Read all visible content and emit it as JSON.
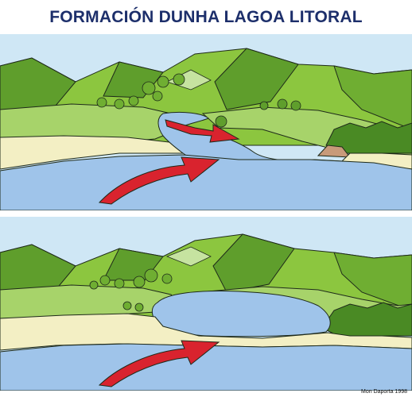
{
  "title": "FORMACIÓN DUNHA LAGOA LITORAL",
  "credit": "Mon Daporta 1998",
  "colors": {
    "sky": "#cfe7f5",
    "mountain_light": "#8cc63f",
    "mountain_dark": "#5f9e2c",
    "grass": "#a7d36a",
    "sand": "#f3efc4",
    "water": "#9fc4ea",
    "arrow": "#d9232e",
    "outline": "#1e2a1a"
  },
  "panels": [
    {
      "stage": "before"
    },
    {
      "stage": "after"
    }
  ]
}
